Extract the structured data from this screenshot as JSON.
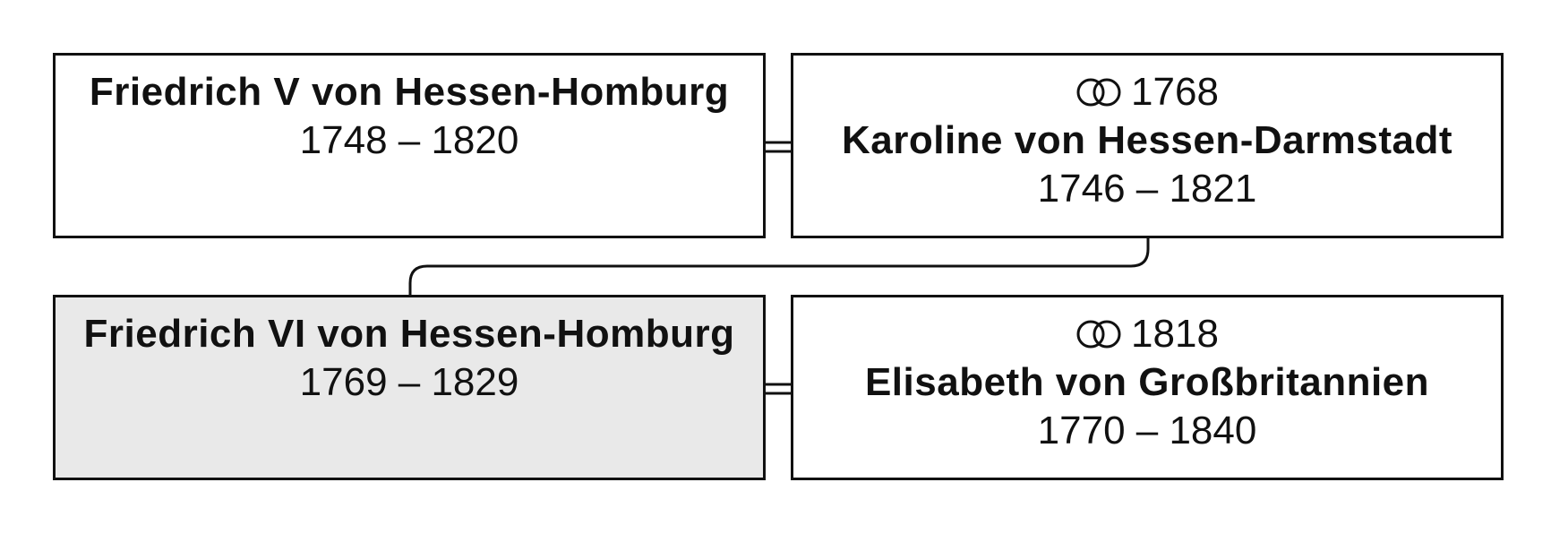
{
  "family_tree": {
    "generation_1": {
      "person": {
        "name": "Friedrich V von Hessen-Homburg",
        "dates": "1748 – 1820"
      },
      "spouse": {
        "marriage_year": "1768",
        "marriage_icon": "wedding-rings-icon",
        "name": "Karoline von Hessen-Darmstadt",
        "dates": "1746 – 1821"
      }
    },
    "generation_2": {
      "person": {
        "name": "Friedrich VI von Hessen-Homburg",
        "dates": "1769 – 1829"
      },
      "spouse": {
        "marriage_year": "1818",
        "marriage_icon": "wedding-rings-icon",
        "name": "Elisabeth von Großbritannien",
        "dates": "1770 – 1840"
      }
    }
  },
  "colors": {
    "border": "#111111",
    "highlight_background": "#e9e9e9",
    "background": "#ffffff"
  }
}
